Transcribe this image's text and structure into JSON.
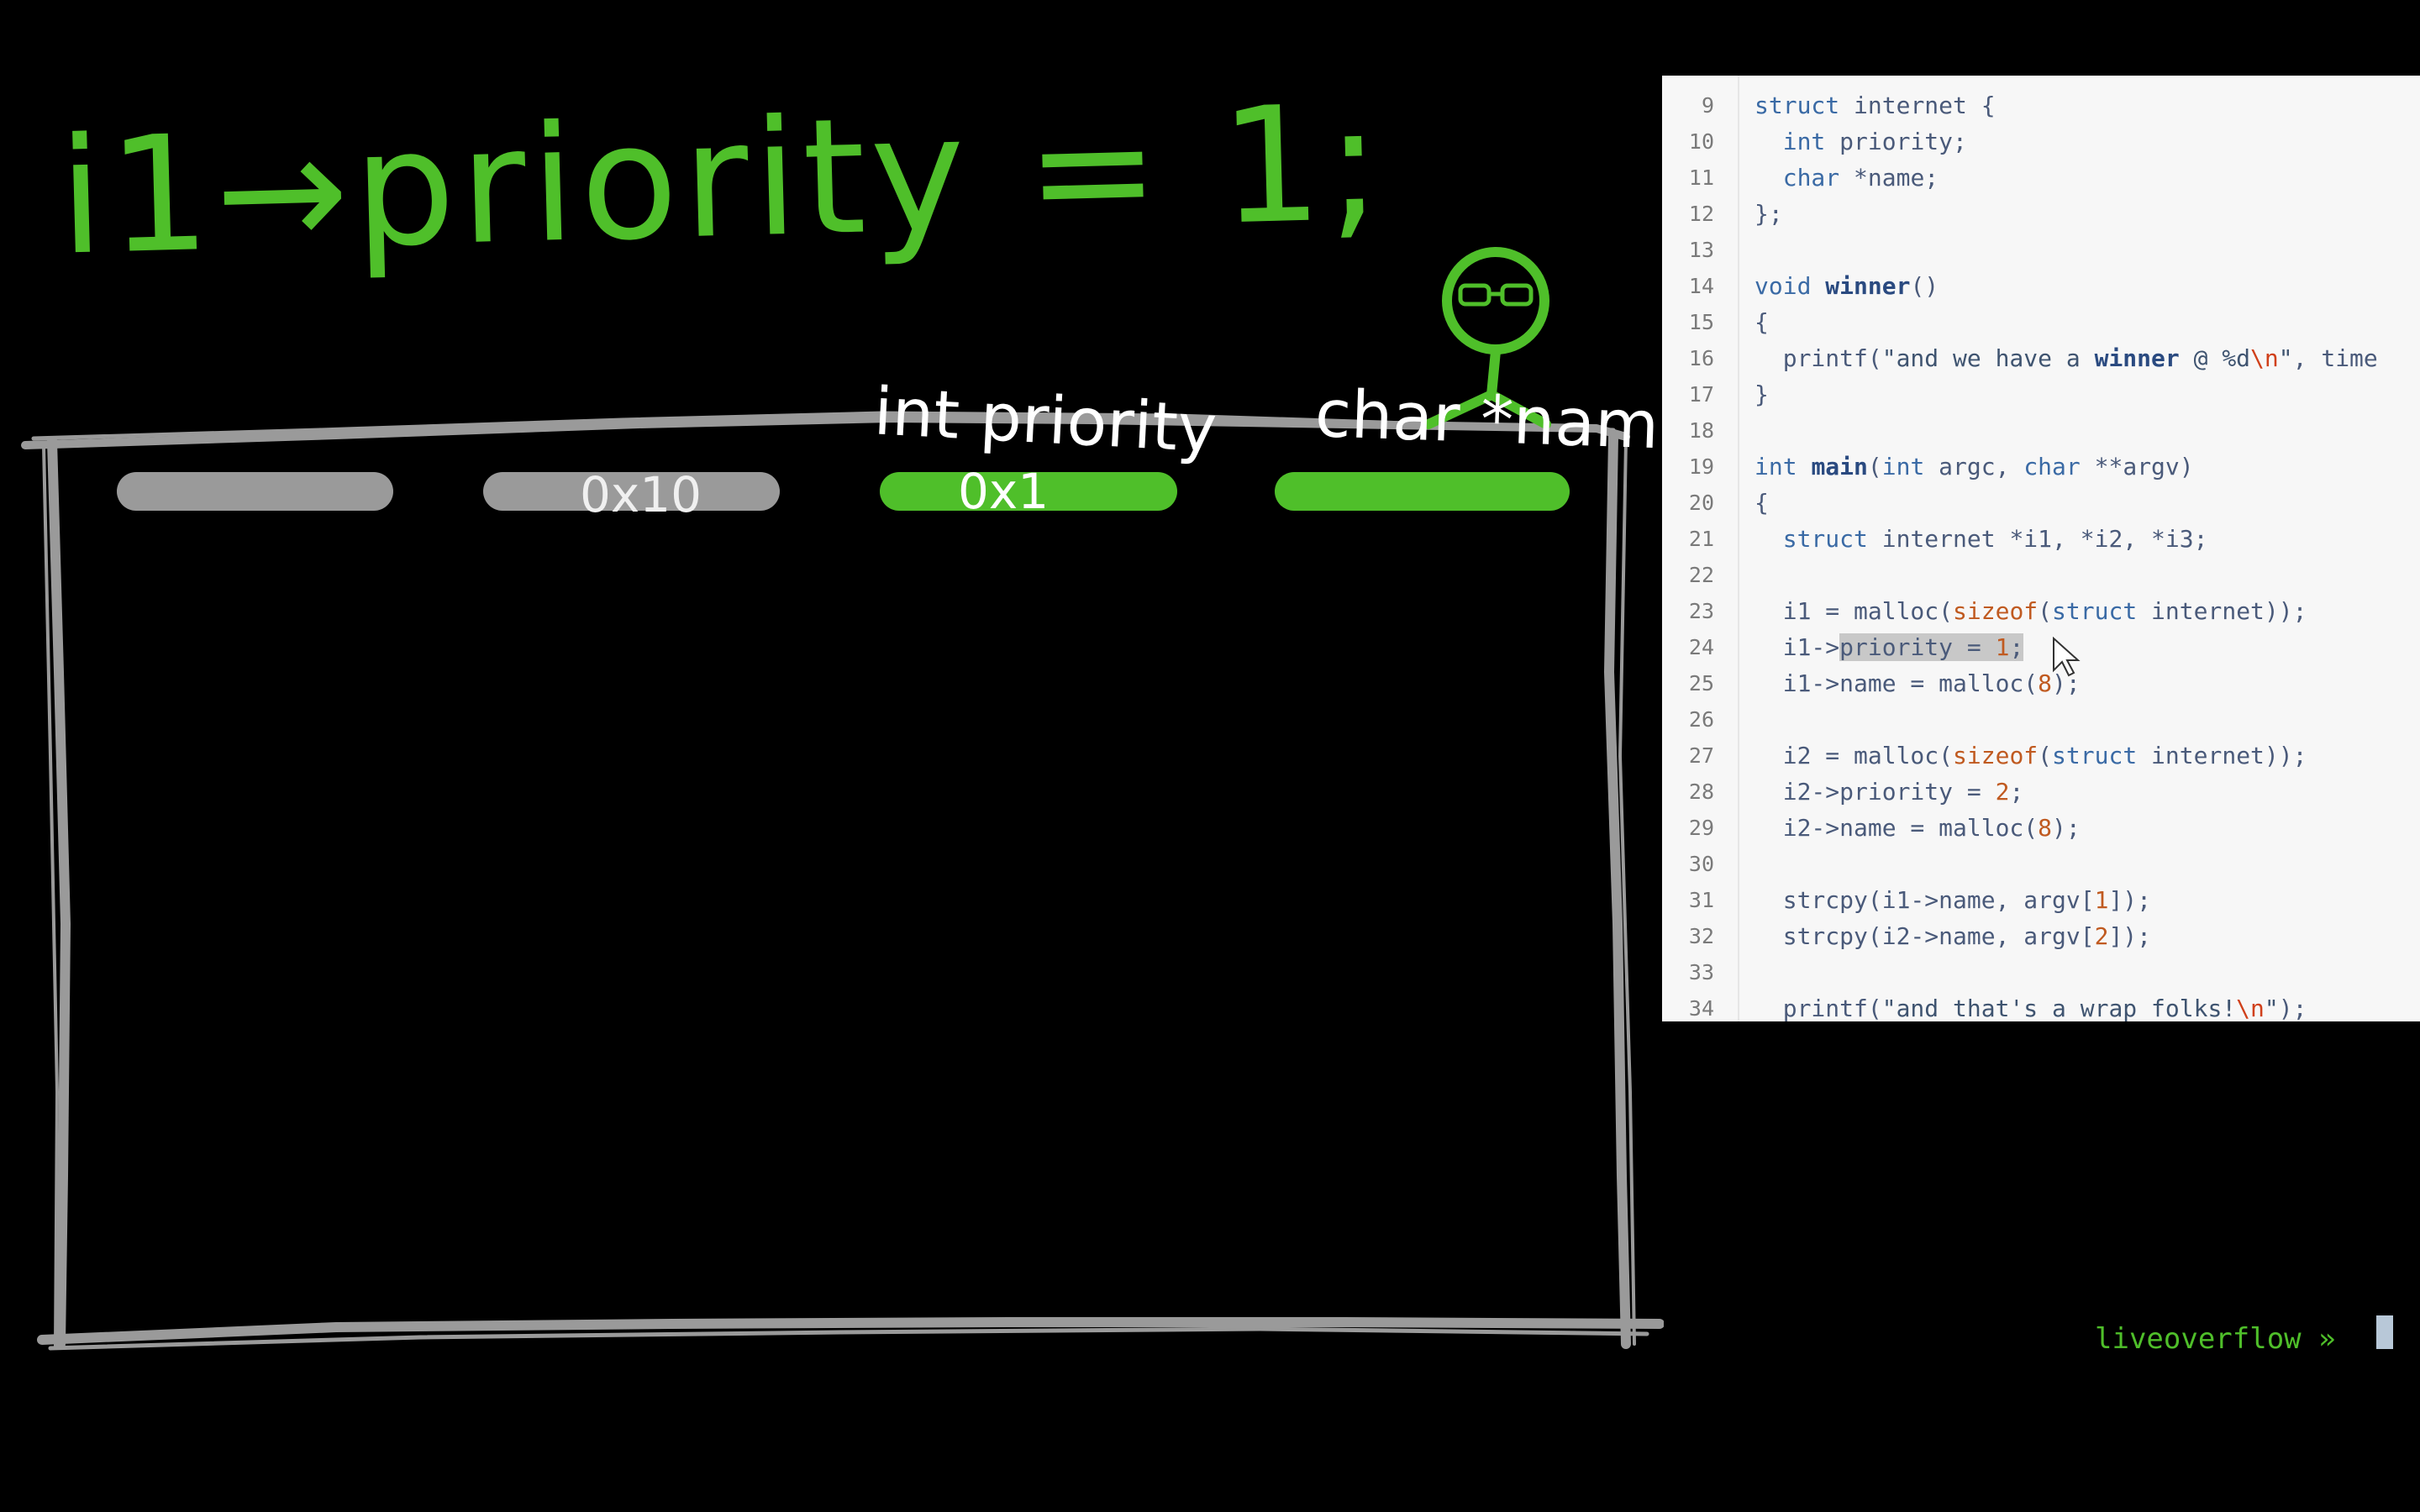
{
  "sketch": {
    "title": "i1→priority = 1;",
    "labels": {
      "priority": "int priority",
      "name": "char *name"
    },
    "cells": [
      "",
      "0x10",
      "0x1",
      ""
    ],
    "cell_colors": {
      "gray": "#9a9a9a",
      "green": "#4fbf2a"
    }
  },
  "editor": {
    "lines": [
      {
        "n": "9",
        "code": "struct internet {"
      },
      {
        "n": "10",
        "code": "  int priority;"
      },
      {
        "n": "11",
        "code": "  char *name;"
      },
      {
        "n": "12",
        "code": "};"
      },
      {
        "n": "13",
        "code": ""
      },
      {
        "n": "14",
        "code": "void winner()"
      },
      {
        "n": "15",
        "code": "{"
      },
      {
        "n": "16",
        "code": "  printf(\"and we have a winner @ %d\\n\", time"
      },
      {
        "n": "17",
        "code": "}"
      },
      {
        "n": "18",
        "code": ""
      },
      {
        "n": "19",
        "code": "int main(int argc, char **argv)"
      },
      {
        "n": "20",
        "code": "{"
      },
      {
        "n": "21",
        "code": "  struct internet *i1, *i2, *i3;"
      },
      {
        "n": "22",
        "code": ""
      },
      {
        "n": "23",
        "code": "  i1 = malloc(sizeof(struct internet));"
      },
      {
        "n": "24",
        "code": "  i1->priority = 1;"
      },
      {
        "n": "25",
        "code": "  i1->name = malloc(8);"
      },
      {
        "n": "26",
        "code": ""
      },
      {
        "n": "27",
        "code": "  i2 = malloc(sizeof(struct internet));"
      },
      {
        "n": "28",
        "code": "  i2->priority = 2;"
      },
      {
        "n": "29",
        "code": "  i2->name = malloc(8);"
      },
      {
        "n": "30",
        "code": ""
      },
      {
        "n": "31",
        "code": "  strcpy(i1->name, argv[1]);"
      },
      {
        "n": "32",
        "code": "  strcpy(i2->name, argv[2]);"
      },
      {
        "n": "33",
        "code": ""
      },
      {
        "n": "34",
        "code": "  printf(\"and that's a wrap folks!\\n\");"
      }
    ],
    "highlighted_selection": "priority = 1;"
  },
  "terminal": {
    "prompt": "liveoverflow »"
  }
}
